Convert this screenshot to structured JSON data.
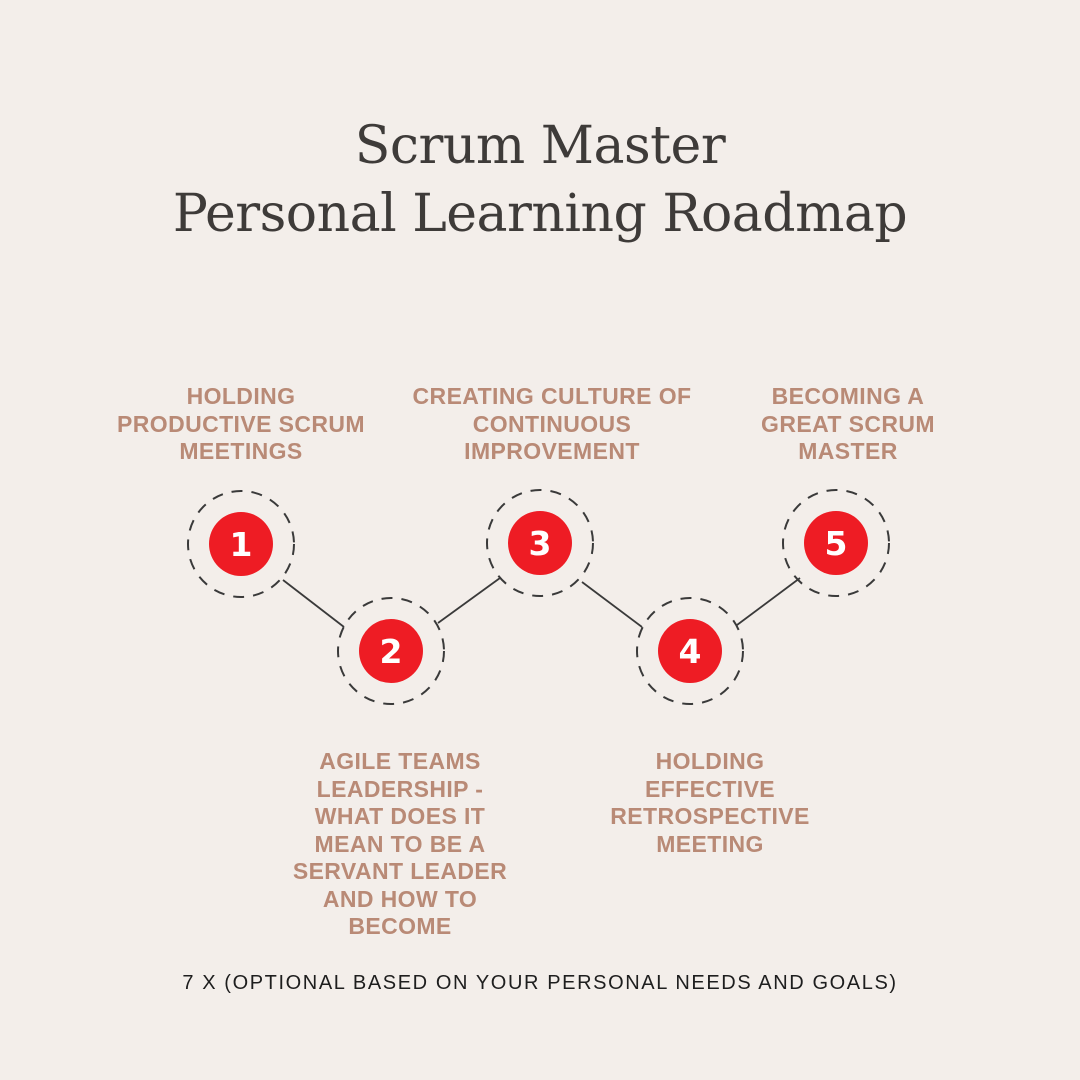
{
  "title": {
    "line1": "Scrum Master",
    "line2": "Personal Learning Roadmap"
  },
  "steps": [
    {
      "number": "1",
      "label": "HOLDING PRODUCTIVE SCRUM MEETINGS"
    },
    {
      "number": "2",
      "label": "AGILE TEAMS LEADERSHIP - WHAT DOES IT MEAN TO BE A SERVANT LEADER AND HOW TO BECOME"
    },
    {
      "number": "3",
      "label": "CREATING CULTURE OF CONTINUOUS IMPROVEMENT"
    },
    {
      "number": "4",
      "label": "HOLDING EFFECTIVE RETROSPECTIVE MEETING"
    },
    {
      "number": "5",
      "label": "BECOMING A GREAT SCRUM MASTER"
    }
  ],
  "footer": "7 X (OPTIONAL BASED ON YOUR PERSONAL NEEDS AND GOALS)",
  "colors": {
    "background": "#f3eeea",
    "accent": "#ee1c24",
    "label": "#b98a76",
    "title": "#3e3b39"
  }
}
